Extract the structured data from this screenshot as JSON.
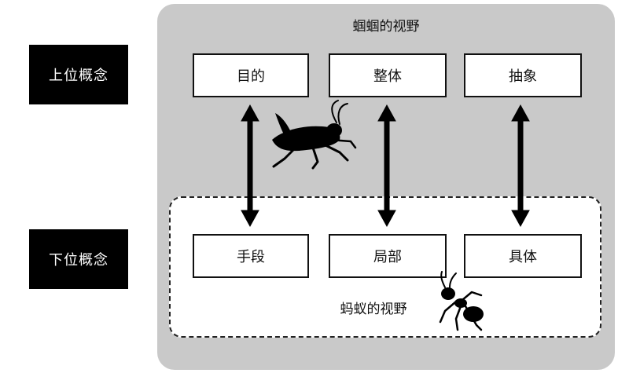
{
  "labels": {
    "upper": "上位概念",
    "lower": "下位概念"
  },
  "views": {
    "grasshopper": "蝈蝈的视野",
    "ant": "蚂蚁的视野"
  },
  "upper_concepts": [
    "目的",
    "整体",
    "抽象"
  ],
  "lower_concepts": [
    "手段",
    "局部",
    "具体"
  ],
  "icons": [
    "double-arrow-icon",
    "grasshopper-icon",
    "ant-icon"
  ],
  "colors": {
    "label_background": "#000000",
    "outer_panel": "#c9c9c9",
    "inner_panel": "#ffffff"
  }
}
